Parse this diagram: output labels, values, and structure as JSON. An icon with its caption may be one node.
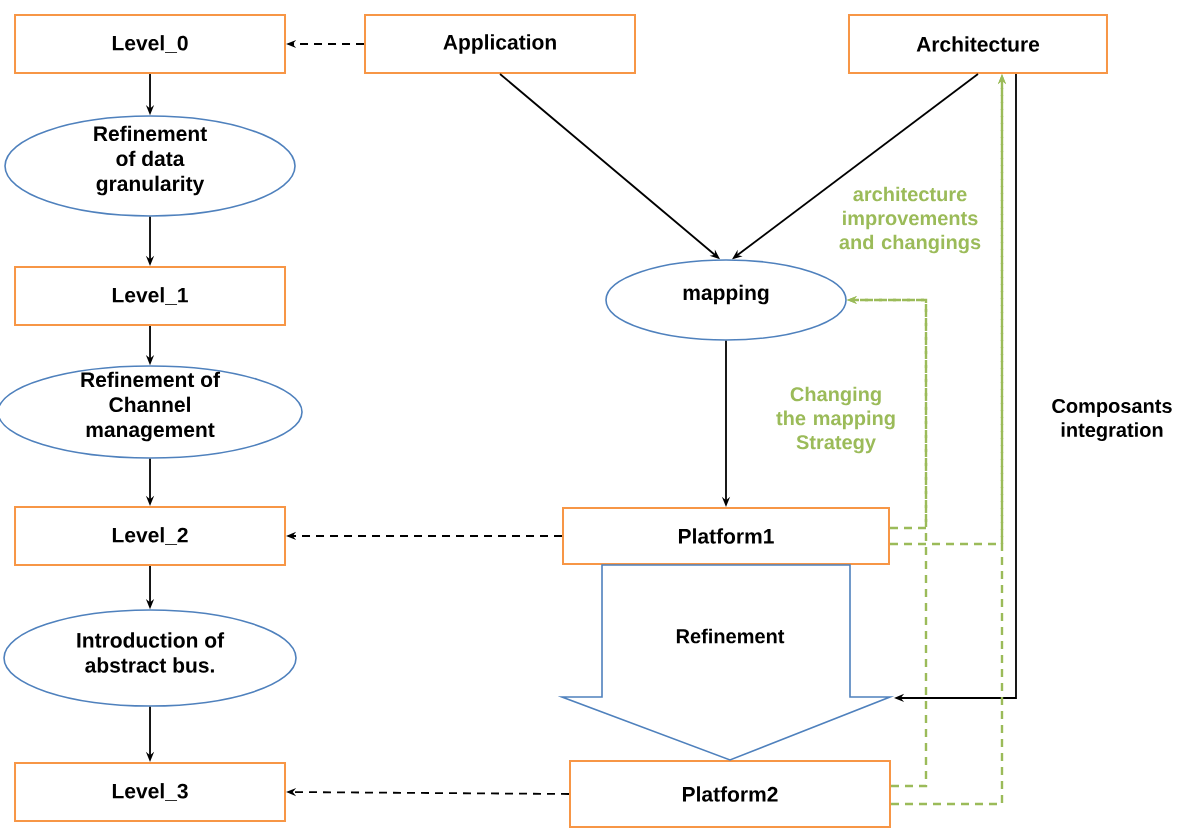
{
  "diagram": {
    "nodes": [
      {
        "text": [
          "Level_0"
        ]
      },
      {
        "text": [
          "Refinement of data granularity"
        ]
      },
      {
        "text": [
          "Level_1"
        ]
      },
      {
        "text": [
          "Refinement of Channel management"
        ]
      },
      {
        "text": [
          "Level_2"
        ]
      },
      {
        "text": [
          "Introduction of abstract bus."
        ]
      },
      {
        "text": [
          "Level_3"
        ]
      },
      {
        "text": [
          "Application"
        ]
      },
      {
        "text": [
          "Architecture"
        ]
      },
      {
        "text": [
          "mapping"
        ]
      },
      {
        "text": [
          "Platform1"
        ]
      },
      {
        "text": [
          "Platform2"
        ]
      }
    ],
    "edges": [
      {
        "from": 7,
        "to": 0,
        "arrow": "to",
        "style": "dashed"
      },
      {
        "from": 0,
        "to": 1,
        "arrow": "to"
      },
      {
        "from": 1,
        "to": 2,
        "arrow": "to"
      },
      {
        "from": 2,
        "to": 3,
        "arrow": "to"
      },
      {
        "from": 3,
        "to": 4,
        "arrow": "to"
      },
      {
        "from": 4,
        "to": 5,
        "arrow": "to"
      },
      {
        "from": 5,
        "to": 6,
        "arrow": "to"
      },
      {
        "from": 7,
        "to": 9,
        "arrow": "to"
      },
      {
        "from": 8,
        "to": 9,
        "arrow": "to"
      },
      {
        "from": 9,
        "to": 10,
        "arrow": "to"
      },
      {
        "from": 10,
        "to": 4,
        "arrow": "to",
        "style": "dashed"
      },
      {
        "from": 11,
        "to": 6,
        "arrow": "to",
        "style": "dashed"
      },
      {
        "from": 8,
        "to": null,
        "arrow": "to",
        "label": "Composants integration"
      },
      {
        "from": 10,
        "to": 9,
        "arrow": "to",
        "style": "dashed",
        "color": "#9bbb59",
        "label": "Changing the mapping Strategy"
      },
      {
        "from": 11,
        "to": 9,
        "arrow": "to",
        "style": "dashed",
        "color": "#9bbb59"
      },
      {
        "from": 10,
        "to": 8,
        "arrow": "to",
        "style": "dashed",
        "color": "#9bbb59",
        "label": "architecture improvements and changings"
      },
      {
        "from": 11,
        "to": 8,
        "arrow": "to",
        "style": "dashed",
        "color": "#9bbb59"
      },
      {
        "from": 10,
        "to": 11,
        "arrow": "to",
        "style": "thick",
        "color": "#4f81bd",
        "label": "Refinement"
      }
    ]
  }
}
